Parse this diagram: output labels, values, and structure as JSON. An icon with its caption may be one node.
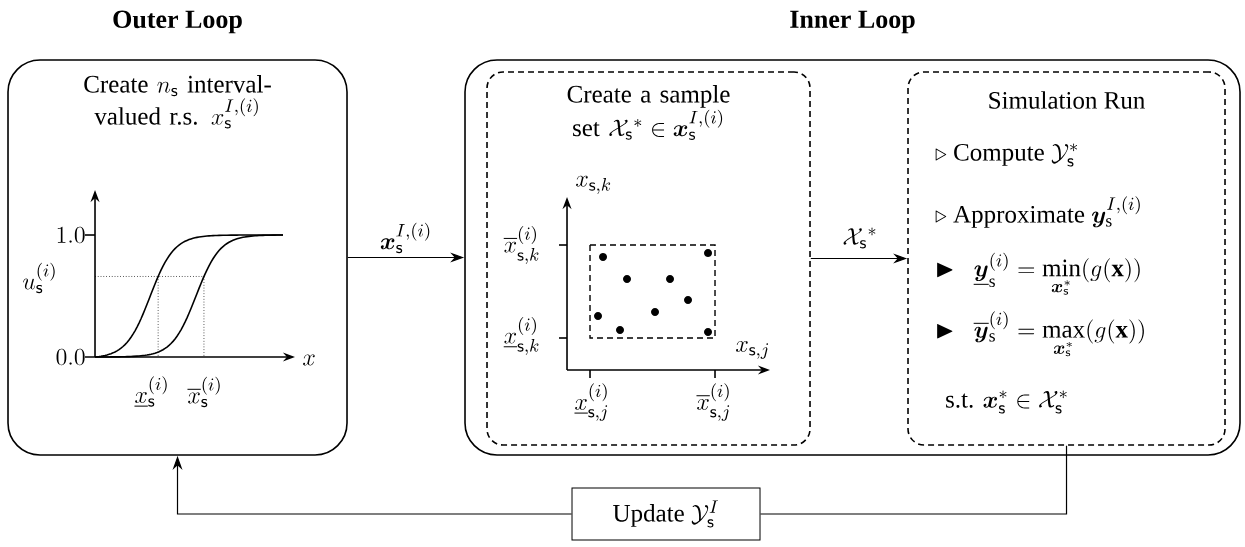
{
  "diagram": {
    "nodes": [
      {
        "text": [
          "Outer Loop",
          "\\text{Create } n_{\\mathsf{s}} \\text{ interval-}\\allowbreak\\text{valued r.s. } x_{\\mathsf{s}}^{I,(i)}"
        ]
      },
      {
        "text": [
          "Inner Loop"
        ]
      },
      {
        "text": [
          "\\text{Create a sample}\\allowbreak\\ \\text{set } \\mathcal{X}_{\\mathsf{s}}{}^{*} \\in \\boldsymbol{x}_{\\mathsf{s}}^{I,(i)}"
        ],
        "in": 1
      },
      {
        "text": [
          "Simulation Run",
          "\\triangleright\\ \\text{Compute } \\mathcal{Y}_{\\mathsf{s}}^{*}",
          "\\triangleright\\ \\text{Approximate } \\boldsymbol{y}_{\\mathrm{s}}^{I,(i)}",
          "\\blacktriangleright\\ \\ \\underline{\\boldsymbol{y}}_{\\mathrm{s}}^{(i)} = \\min_{\\boldsymbol{x}_{\\mathsf{s}}^{*}}(g(\\mathbf{x}))",
          "\\blacktriangleright\\ \\ \\overline{\\boldsymbol{y}}_{\\mathrm{s}}^{(i)} = \\max_{\\boldsymbol{x}_{\\mathsf{s}}^{*}}(g(\\mathbf{x}))",
          "\\text{s.t. } \\boldsymbol{x}_{\\mathsf{s}}^{*} \\in \\mathcal{X}_{\\mathsf{s}}^{*}"
        ],
        "in": 1
      },
      {
        "text": [
          "\\text{Update } \\mathcal{Y}_{\\mathsf{s}}^{I}"
        ]
      }
    ],
    "edges": [
      {
        "from": 0,
        "to": 1,
        "arrow": "to",
        "label": "\\boldsymbol{x}_{\\mathsf{s}}^{I,(i)}"
      },
      {
        "from": 2,
        "to": 3,
        "arrow": "to",
        "label": "\\mathcal{X}_{\\mathsf{s}}{}^{*}"
      },
      {
        "from": 3,
        "to": 4,
        "arrow": "none"
      },
      {
        "from": 4,
        "to": 0,
        "arrow": "to"
      }
    ],
    "labels": [
      "1.0",
      "u_{\\mathsf{s}}^{(i)}",
      "0.0",
      "x",
      "\\underline{x}_{\\mathsf{s}}^{(i)}",
      "\\overline{x}_{\\mathsf{s}}^{(i)}",
      "x_{\\mathsf{s},k}",
      "\\overline{x}_{\\mathsf{s},k}^{(i)}",
      "\\underline{x}_{\\mathsf{s},k}^{(i)}",
      "x_{\\mathsf{s},j}",
      "\\underline{x}_{\\mathsf{s},j}^{(i)}",
      "\\overline{x}_{\\mathsf{s},j}^{(i)}"
    ]
  }
}
